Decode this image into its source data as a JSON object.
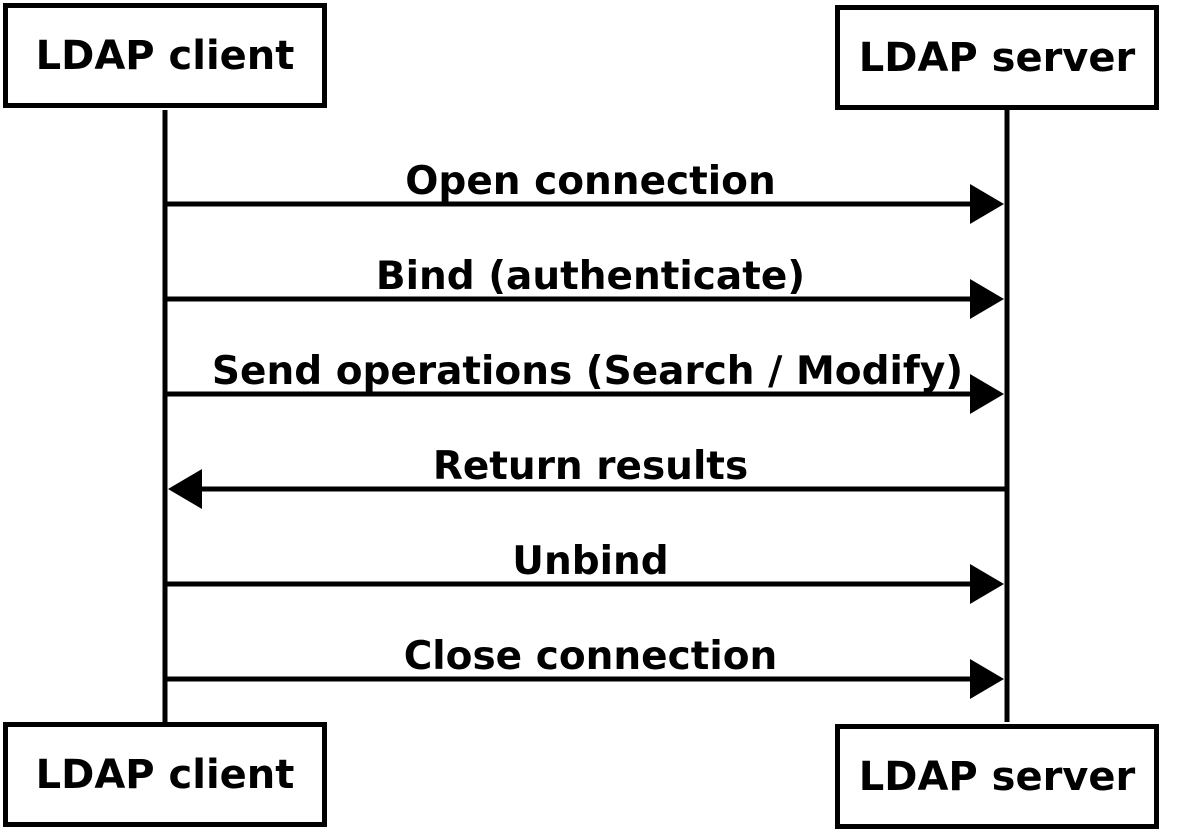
{
  "participants": {
    "client": "LDAP client",
    "server": "LDAP server"
  },
  "messages": [
    {
      "label": "Open connection",
      "from": "client",
      "to": "server"
    },
    {
      "label": "Bind (authenticate)",
      "from": "client",
      "to": "server"
    },
    {
      "label": "Send operations (Search / Modify)",
      "from": "client",
      "to": "server"
    },
    {
      "label": "Return results",
      "from": "server",
      "to": "client"
    },
    {
      "label": "Unbind",
      "from": "client",
      "to": "server"
    },
    {
      "label": "Close connection",
      "from": "client",
      "to": "server"
    }
  ]
}
